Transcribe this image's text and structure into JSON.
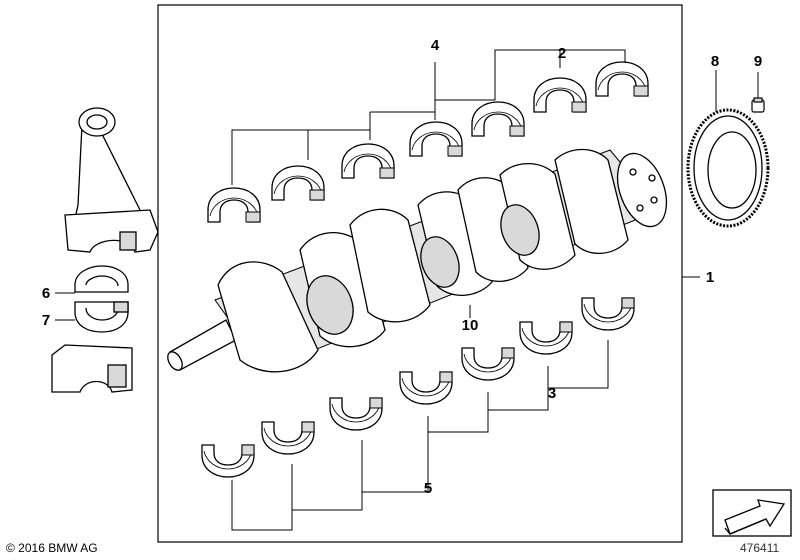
{
  "callouts": {
    "c1": "1",
    "c2": "2",
    "c3": "3",
    "c4": "4",
    "c5": "5",
    "c6": "6",
    "c7": "7",
    "c8": "8",
    "c9": "9",
    "c10": "10"
  },
  "footer": {
    "copyright": "© 2016 BMW AG",
    "diagram_number": "476411"
  },
  "icons": {
    "nav": "arrow-nav-icon"
  },
  "colors": {
    "stroke": "#000000",
    "fill": "#ffffff",
    "shade": "#d9d9d9"
  }
}
